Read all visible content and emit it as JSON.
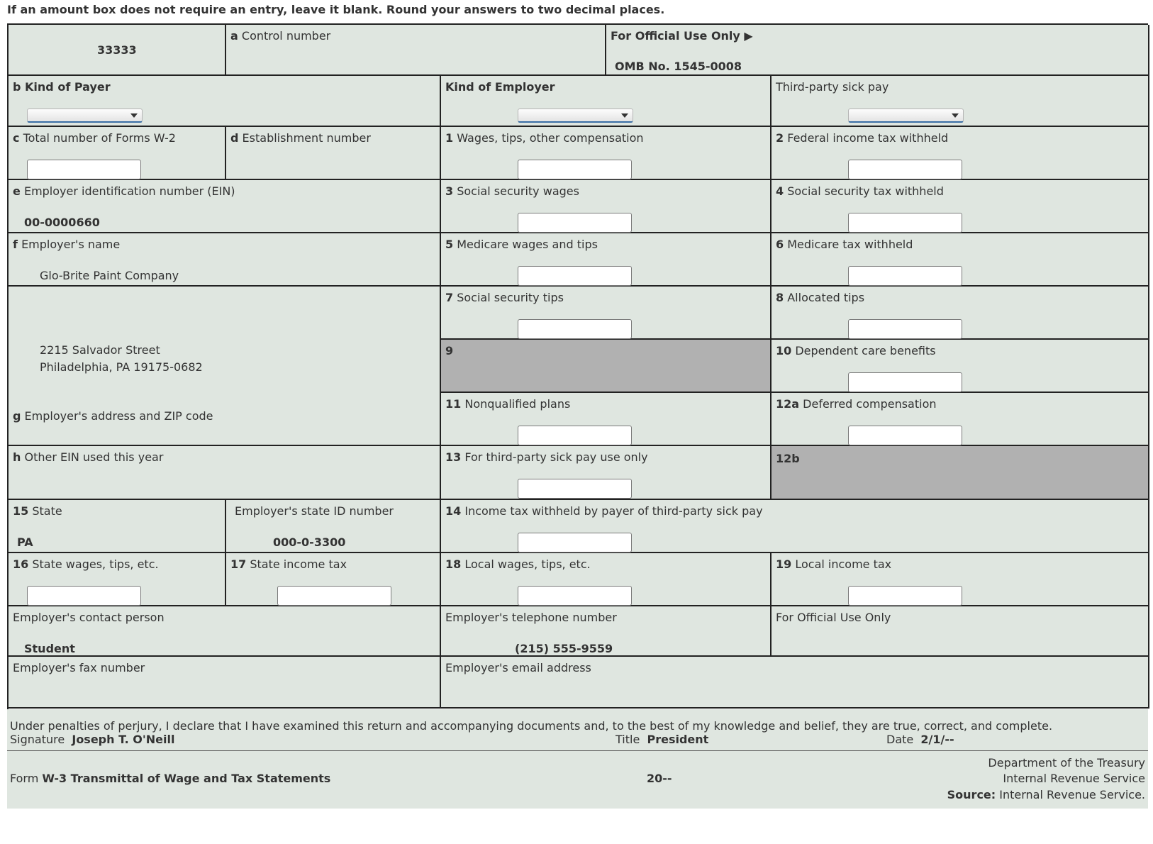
{
  "instructions": "If an amount box does not require an entry, leave it blank. Round your answers to two decimal places.",
  "form": {
    "box_code": "33333",
    "control_number": {
      "letter": "a",
      "label": "Control number"
    },
    "official_use_header": "For Official Use Only ▶",
    "omb": "OMB No. 1545-0008",
    "kind_of_payer": {
      "label": "b Kind of Payer",
      "selected": ""
    },
    "kind_of_employer": {
      "label": "Kind of Employer",
      "selected": ""
    },
    "third_party_sick_pay": {
      "label": "Third-party sick pay",
      "selected": ""
    },
    "total_forms": {
      "letter": "c",
      "label": "Total number of Forms W-2",
      "value": ""
    },
    "establishment": {
      "letter": "d",
      "label": "Establishment number"
    },
    "box1": {
      "num": "1",
      "label": "Wages, tips, other compensation",
      "value": ""
    },
    "box2": {
      "num": "2",
      "label": "Federal income tax withheld",
      "value": ""
    },
    "ein": {
      "letter": "e",
      "label": "Employer identification number (EIN)",
      "value": "00-0000660"
    },
    "box3": {
      "num": "3",
      "label": "Social security wages",
      "value": ""
    },
    "box4": {
      "num": "4",
      "label": "Social security tax withheld",
      "value": ""
    },
    "employer_name": {
      "letter": "f",
      "label": "Employer's name",
      "value": "Glo-Brite Paint Company"
    },
    "box5": {
      "num": "5",
      "label": "Medicare wages and tips",
      "value": ""
    },
    "box6": {
      "num": "6",
      "label": "Medicare tax withheld",
      "value": ""
    },
    "box7": {
      "num": "7",
      "label": "Social security tips",
      "value": ""
    },
    "box8": {
      "num": "8",
      "label": "Allocated tips",
      "value": ""
    },
    "address": {
      "line1": "2215 Salvador Street",
      "line2": "Philadelphia, PA 19175-0682",
      "letter": "g",
      "label": "Employer's address and ZIP code"
    },
    "box9": {
      "num": "9"
    },
    "box10": {
      "num": "10",
      "label": "Dependent care benefits",
      "value": ""
    },
    "box11": {
      "num": "11",
      "label": "Nonqualified plans",
      "value": ""
    },
    "box12a": {
      "num": "12a",
      "label": "Deferred compensation",
      "value": ""
    },
    "other_ein": {
      "letter": "h",
      "label": "Other EIN used this year"
    },
    "box13": {
      "num": "13",
      "label": "For third-party sick pay use only",
      "value": ""
    },
    "box12b": {
      "num": "12b"
    },
    "box15": {
      "num": "15",
      "label": "State",
      "value": "PA"
    },
    "state_id": {
      "label": "Employer's state ID number",
      "value": "000-0-3300"
    },
    "box14": {
      "num": "14",
      "label": "Income tax withheld by payer of third-party sick pay",
      "value": ""
    },
    "box16": {
      "num": "16",
      "label": "State wages, tips, etc.",
      "value": ""
    },
    "box17": {
      "num": "17",
      "label": "State income tax",
      "value": ""
    },
    "box18": {
      "num": "18",
      "label": "Local wages, tips, etc.",
      "value": ""
    },
    "box19": {
      "num": "19",
      "label": "Local income tax",
      "value": ""
    },
    "contact": {
      "label": "Employer's contact person",
      "value": "Student"
    },
    "telephone": {
      "label": "Employer's telephone number",
      "value": "(215) 555-9559"
    },
    "official_use": {
      "label": "For Official Use Only"
    },
    "fax": {
      "label": "Employer's fax number"
    },
    "email": {
      "label": "Employer's email address"
    }
  },
  "footer": {
    "perjury": "Under penalties of perjury, I declare that I have examined this return and accompanying documents and, to the best of my knowledge and belief, they are true, correct, and complete.",
    "signature_label": "Signature",
    "signature_value": "Joseph T. O'Neill",
    "title_label": "Title",
    "title_value": "President",
    "date_label": "Date",
    "date_value": "2/1/--",
    "form_label": "Form",
    "form_title": "W-3 Transmittal of Wage and Tax Statements",
    "year": "20--",
    "dept": "Department of the Treasury",
    "irs": "Internal Revenue Service",
    "source_label": "Source:",
    "source_value": "Internal Revenue Service."
  }
}
